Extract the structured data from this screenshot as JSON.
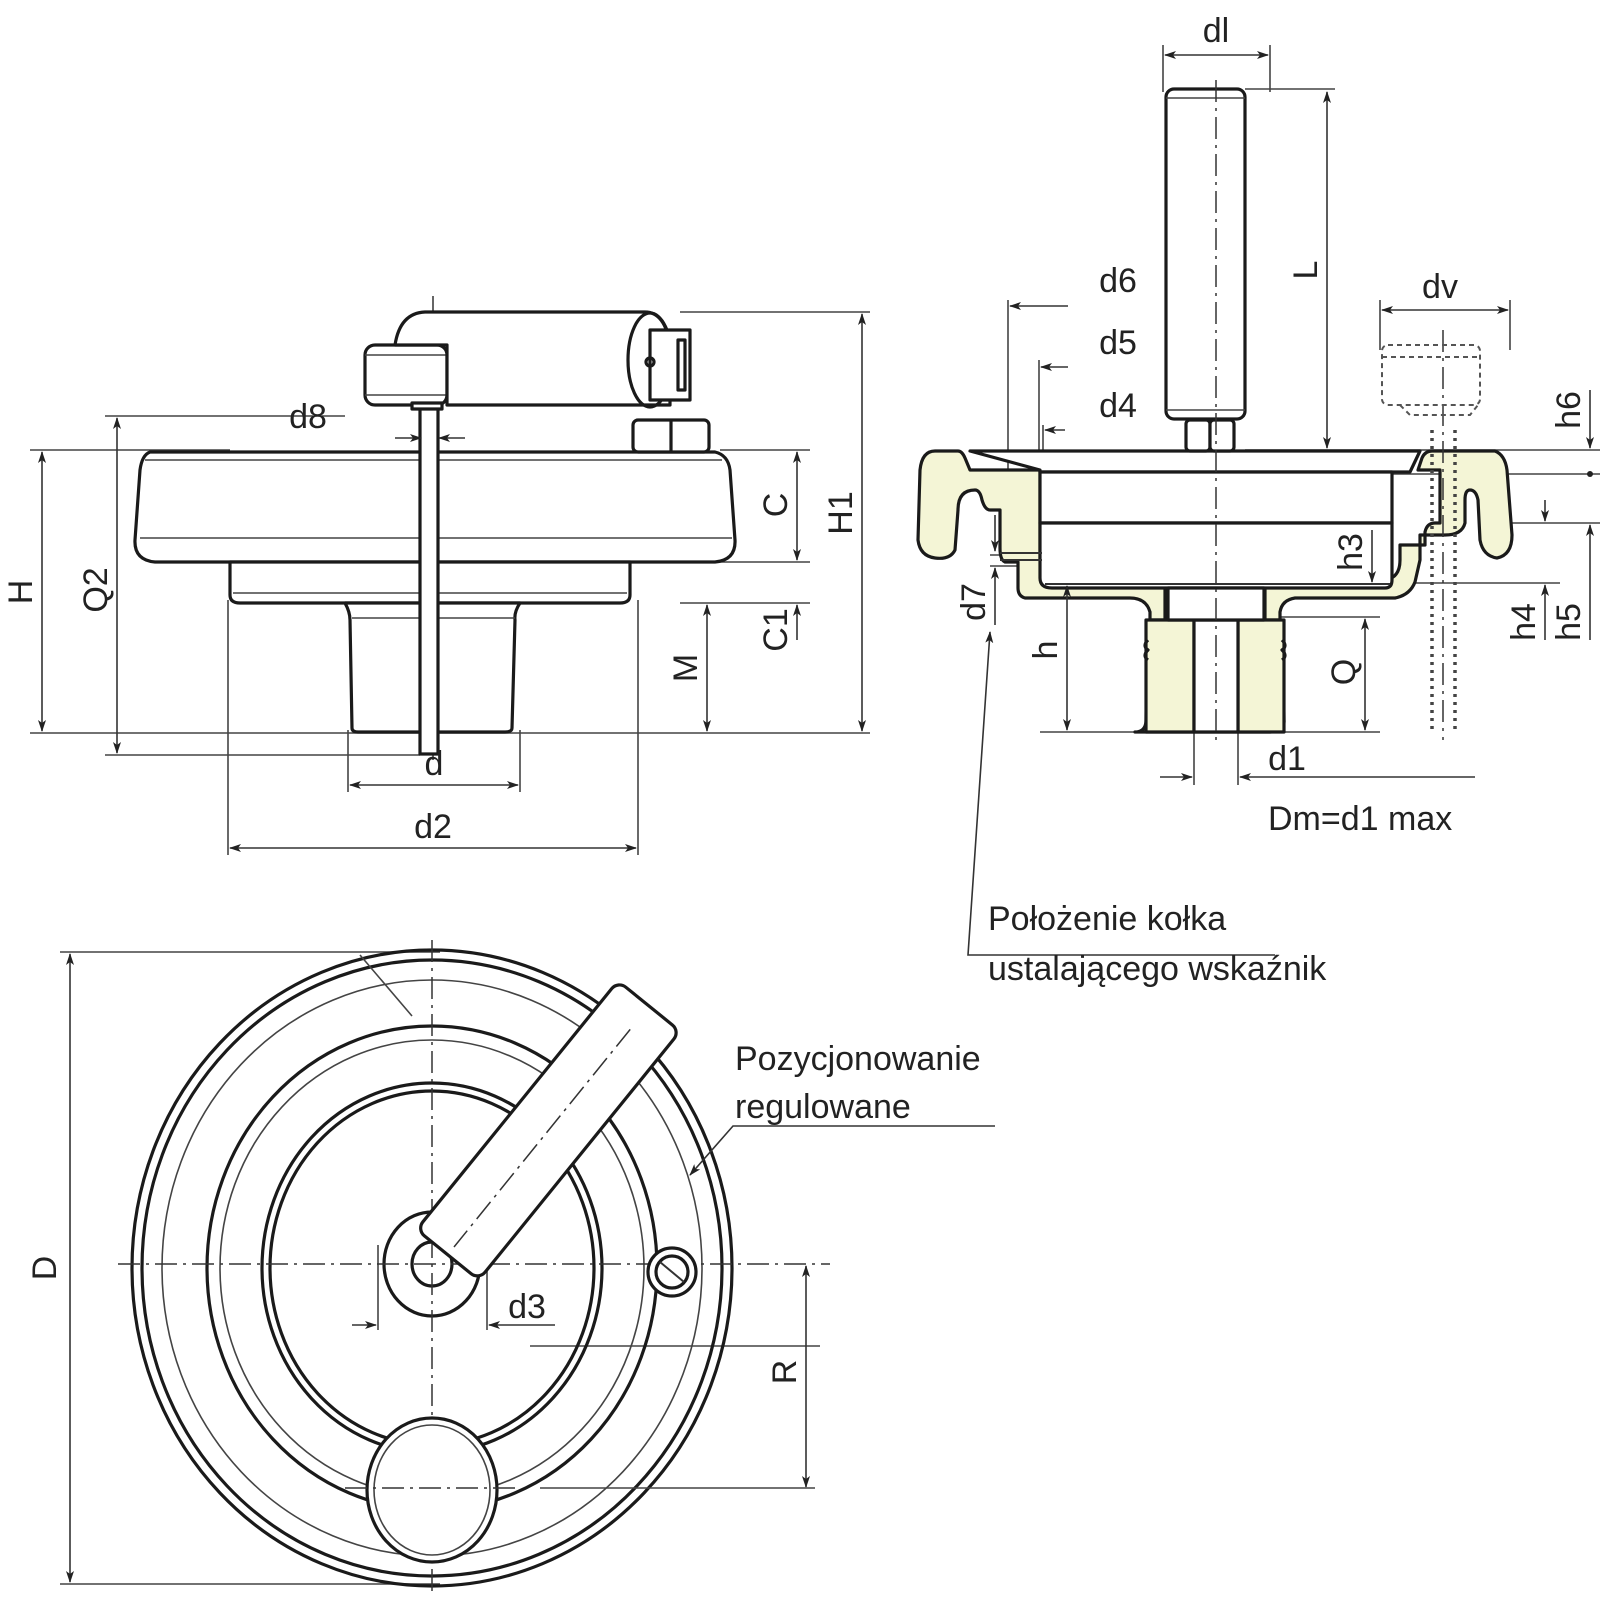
{
  "drawing": {
    "title": "Handwheel with revolving handle and indexing plunger – technical drawing",
    "accent_color": "#f4f5d6",
    "line_color": "#1a1a1a"
  },
  "side_view": {
    "labels": {
      "d8": "d8",
      "H": "H",
      "Q2": "Q2",
      "C": "C",
      "H1": "H1",
      "C1": "C1",
      "M": "M",
      "d": "d",
      "d2": "d2"
    }
  },
  "section_view": {
    "labels": {
      "dl": "dl",
      "L": "L",
      "d6": "d6",
      "d5": "d5",
      "d4": "d4",
      "dv": "dv",
      "h6": "h6",
      "h3": "h3",
      "d7": "d7",
      "h": "h",
      "Q": "Q",
      "h4": "h4",
      "h5": "h5",
      "d1": "d1"
    },
    "note_dm": "Dm=d1 max",
    "note_pin_line1": "Położenie kołka",
    "note_pin_line2": "ustalającego wskaźnik"
  },
  "top_view": {
    "labels": {
      "D": "D",
      "d3": "d3",
      "R": "R"
    },
    "note_position_line1": "Pozycjonowanie",
    "note_position_line2": "regulowane"
  }
}
